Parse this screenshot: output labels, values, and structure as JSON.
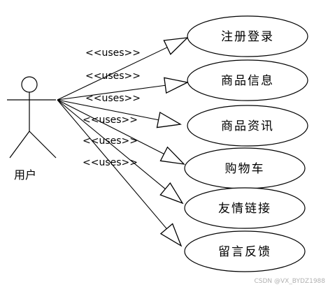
{
  "actor": {
    "label": "用户"
  },
  "relation_label": "<<uses>>",
  "use_cases": [
    {
      "label": "注册登录"
    },
    {
      "label": "商品信息"
    },
    {
      "label": "商品资讯"
    },
    {
      "label": "购物车"
    },
    {
      "label": "友情链接"
    },
    {
      "label": "留言反馈"
    }
  ],
  "watermark": "CSDN @VX_BYDZ1988"
}
